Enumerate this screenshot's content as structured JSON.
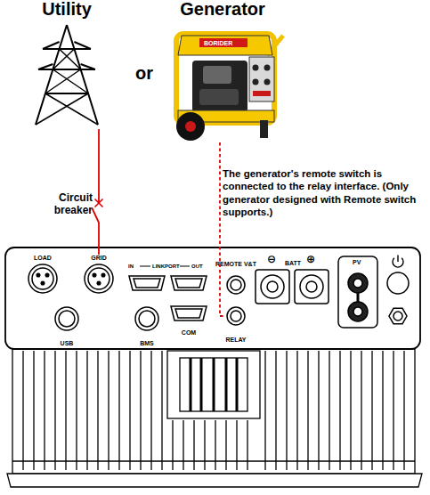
{
  "diagram": {
    "nodes": [
      {
        "text": [
          "Utility"
        ]
      },
      {
        "text": [
          "Generator"
        ]
      },
      {
        "text": [
          "LOAD"
        ]
      },
      {
        "text": [
          "GRID"
        ]
      },
      {
        "text": [
          "REMOTE V&T"
        ]
      },
      {
        "text": [
          "USB"
        ]
      },
      {
        "text": [
          "BMS"
        ]
      },
      {
        "text": [
          "COM"
        ]
      },
      {
        "text": [
          "RELAY"
        ]
      }
    ],
    "edges": [
      {
        "from": 0,
        "to": 3,
        "label": "Circuit breaker",
        "arrow": "none"
      },
      {
        "from": 1,
        "to": 8,
        "arrow": "none"
      }
    ],
    "labels": [
      "or",
      "The generator's remote switch is connected to the relay interface. (Only generator designed with Remote switch supports.)",
      "BORIDER",
      "IN",
      "LINKPORT",
      "OUT",
      "⊖",
      "BATT",
      "⊕",
      "PV"
    ]
  }
}
